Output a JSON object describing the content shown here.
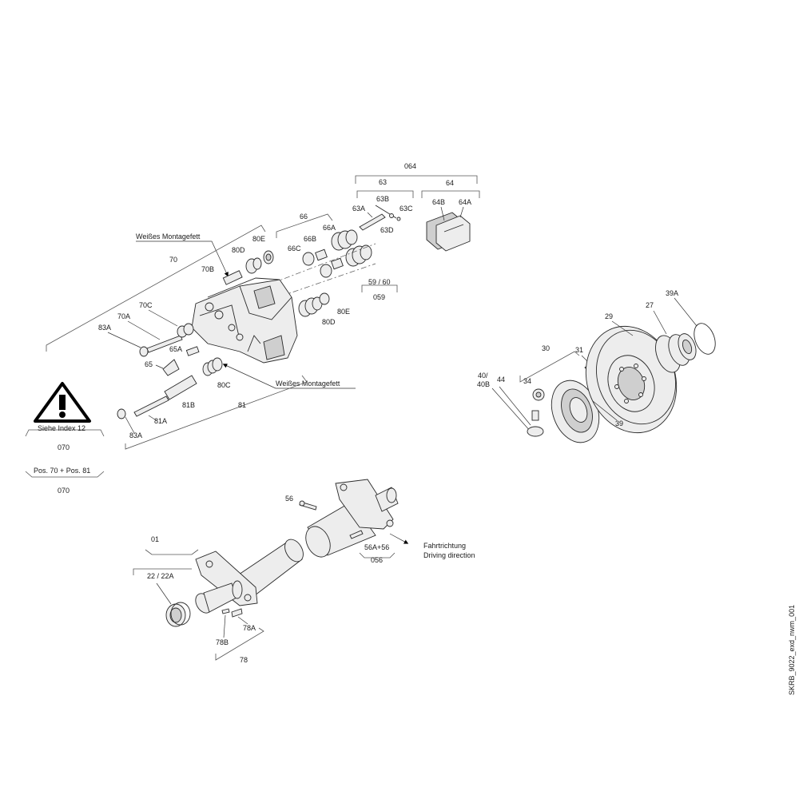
{
  "note_mounting_grease": "Weißes Montagefett",
  "warning": {
    "text": "Siehe Index 12",
    "code": "070",
    "pos_text": "Pos. 70 + Pos. 81",
    "pos_code": "070"
  },
  "direction": {
    "line1": "Fahrtrichtung",
    "line2": "Driving direction"
  },
  "drawing_id": "SKRB_9022_exd_nwm_001",
  "labels": {
    "g064": "064",
    "g63": "63",
    "g64": "64",
    "p63A": "63A",
    "p63B": "63B",
    "p63C": "63C",
    "p63D": "63D",
    "p64A": "64A",
    "p64B": "64B",
    "g66": "66",
    "p66A": "66A",
    "p66B": "66B",
    "p66C": "66C",
    "p80E_top": "80E",
    "p80D_top": "80D",
    "p70B": "70B",
    "g70": "70",
    "p70C": "70C",
    "p70A": "70A",
    "p83A_top": "83A",
    "p65A": "65A",
    "p65": "65",
    "g59_60": "59 / 60",
    "g059": "059",
    "p80E_mid": "80E",
    "p80D_mid": "80D",
    "p80C": "80C",
    "p81B": "81B",
    "p81A": "81A",
    "p83A_bot": "83A",
    "g81": "81",
    "g30": "30",
    "p31": "31",
    "p34": "34",
    "p44": "44",
    "p40_40B_a": "40/",
    "p40_40B_b": "40B",
    "p29": "29",
    "p27": "27",
    "p39A": "39A",
    "p39": "39",
    "p56": "56",
    "p56A_56": "56A+56",
    "g056": "056",
    "g01": "01",
    "p22_22A": "22 / 22A",
    "p78A": "78A",
    "p78B": "78B",
    "g78": "78"
  }
}
